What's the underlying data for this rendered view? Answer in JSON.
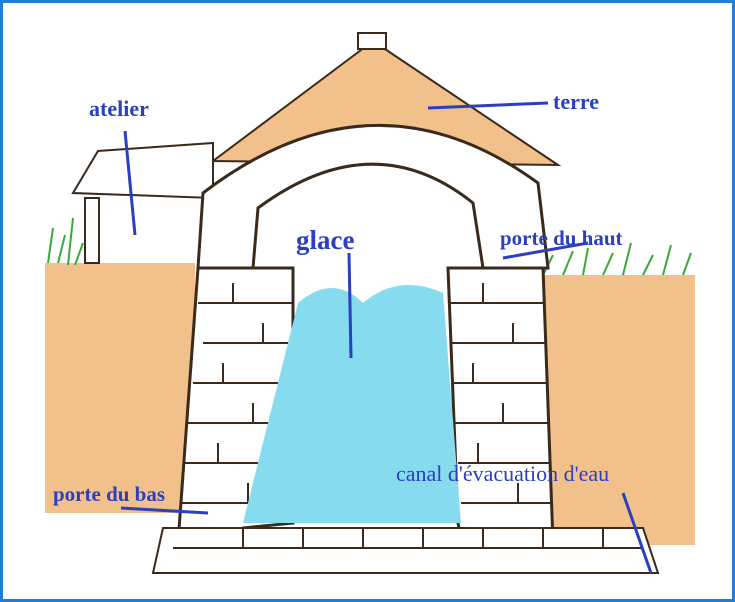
{
  "labels": {
    "atelier": "atelier",
    "terre": "terre",
    "glace": "glace",
    "porte_du_haut": "porte du haut",
    "porte_du_bas": "porte du bas",
    "canal": "canal d'évacuation d'eau"
  },
  "colors": {
    "frame": "#1f7fd8",
    "label": "#2b3fc0",
    "earth": "#f2c08a",
    "ice": "#86dcee",
    "grass": "#3aa83a",
    "stone_outline": "#3a2a1c"
  }
}
